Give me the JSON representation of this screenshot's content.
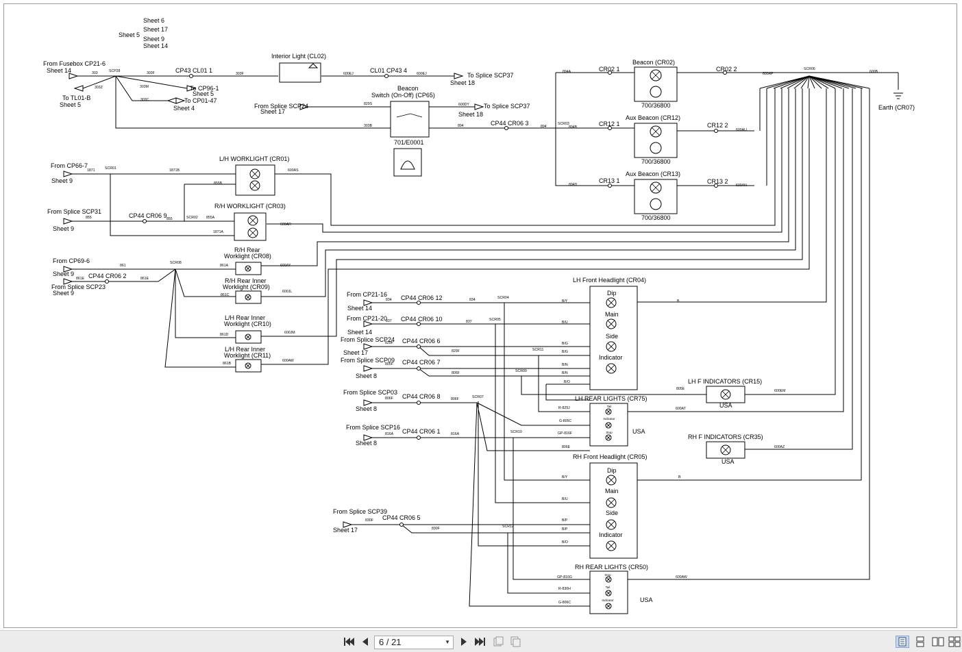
{
  "viewer": {
    "page_indicator": "6 / 21",
    "nav": [
      "first-page",
      "previous-page",
      "next-page",
      "last-page"
    ]
  },
  "diagram": {
    "sheet_refs": {
      "sheet5_main": "Sheet 5",
      "right_list": [
        "Sheet 6",
        "Sheet 17",
        "Sheet 9",
        "Sheet 14"
      ]
    },
    "labels": [
      {
        "id": "from_fusebox",
        "text": "From Fusebox CP21-6"
      },
      {
        "id": "sheet14_a",
        "text": "Sheet 14"
      },
      {
        "id": "to_tl01",
        "text": "To TL01-B"
      },
      {
        "id": "sheet5_b",
        "text": "Sheet 5"
      },
      {
        "id": "to_cp96",
        "text": "To CP96-1"
      },
      {
        "id": "sheet5_c",
        "text": "Sheet 5"
      },
      {
        "id": "to_cp01",
        "text": "To CP01-47"
      },
      {
        "id": "sheet4",
        "text": "Sheet 4"
      },
      {
        "id": "interior_light",
        "text": "Interior Light (CL02)"
      },
      {
        "id": "cp43_cl01",
        "text": "CP43 CL01 1"
      },
      {
        "id": "cl01_cp43",
        "text": "CL01 CP43 4"
      },
      {
        "id": "to_scp37_a",
        "text": "To Splice SCP37"
      },
      {
        "id": "sheet18_a",
        "text": "Sheet 18"
      },
      {
        "id": "beacon_switch_1",
        "text": "Beacon"
      },
      {
        "id": "beacon_switch_2",
        "text": "Switch (On-Off) (CP65)"
      },
      {
        "id": "from_scp24_a",
        "text": "From Splice SCP24"
      },
      {
        "id": "sheet17_a",
        "text": "Sheet 17"
      },
      {
        "id": "to_scp37_b",
        "text": "To Splice SCP37"
      },
      {
        "id": "sheet18_b",
        "text": "Sheet 18"
      },
      {
        "id": "part_701",
        "text": "701/E0001"
      },
      {
        "id": "cp44_cr06_3",
        "text": "CP44 CR06 3"
      },
      {
        "id": "beacon_cr02",
        "text": "Beacon (CR02)"
      },
      {
        "id": "cr02_1",
        "text": "CR02 1"
      },
      {
        "id": "cr02_2",
        "text": "CR02 2"
      },
      {
        "id": "part_700_a",
        "text": "700/36800"
      },
      {
        "id": "aux_beacon_cr12",
        "text": "Aux Beacon (CR12)"
      },
      {
        "id": "cr12_1",
        "text": "CR12 1"
      },
      {
        "id": "cr12_2",
        "text": "CR12 2"
      },
      {
        "id": "part_700_b",
        "text": "700/36800"
      },
      {
        "id": "aux_beacon_cr13",
        "text": "Aux Beacon (CR13)"
      },
      {
        "id": "cr13_1",
        "text": "CR13 1"
      },
      {
        "id": "cr13_2",
        "text": "CR13 2"
      },
      {
        "id": "part_700_c",
        "text": "700/36800"
      },
      {
        "id": "earth",
        "text": "Earth (CR07)"
      },
      {
        "id": "from_cp66",
        "text": "From CP66-7"
      },
      {
        "id": "sheet9_a",
        "text": "Sheet 9"
      },
      {
        "id": "lh_worklight",
        "text": "L/H WORKLIGHT (CR01)"
      },
      {
        "id": "from_scp31",
        "text": "From Splice SCP31"
      },
      {
        "id": "sheet9_b",
        "text": "Sheet 9"
      },
      {
        "id": "cp44_cr06_9",
        "text": "CP44 CR06 9"
      },
      {
        "id": "rh_worklight",
        "text": "R/H WORKLIGHT (CR03)"
      },
      {
        "id": "rh_rear_1",
        "text": "R/H Rear"
      },
      {
        "id": "rh_rear_2",
        "text": "Worklight (CR08)"
      },
      {
        "id": "from_cp69",
        "text": "From CP69-6"
      },
      {
        "id": "sheet9_c",
        "text": "Sheet 9"
      },
      {
        "id": "cp44_cr06_2",
        "text": "CP44 CR06 2"
      },
      {
        "id": "from_scp23",
        "text": "From Splice SCP23"
      },
      {
        "id": "sheet9_d",
        "text": "Sheet 9"
      },
      {
        "id": "rh_rear_inner_1",
        "text": "R/H Rear Inner"
      },
      {
        "id": "rh_rear_inner_2",
        "text": "Worklight (CR09)"
      },
      {
        "id": "lh_rear_inner_a1",
        "text": "L/H Rear Inner"
      },
      {
        "id": "lh_rear_inner_a2",
        "text": "Worklight (CR10)"
      },
      {
        "id": "lh_rear_inner_b1",
        "text": "L/H Rear Inner"
      },
      {
        "id": "lh_rear_inner_b2",
        "text": "Worklight (CR11)"
      },
      {
        "id": "lh_front_headlight",
        "text": "LH Front Headlight (CR04)"
      },
      {
        "id": "from_cp21_16",
        "text": "From CP21-16"
      },
      {
        "id": "sheet14_b",
        "text": "Sheet 14"
      },
      {
        "id": "cp44_cr06_12",
        "text": "CP44 CR06 12"
      },
      {
        "id": "from_cp21_20",
        "text": "From CP21-20"
      },
      {
        "id": "sheet14_c",
        "text": "Sheet 14"
      },
      {
        "id": "cp44_cr06_10",
        "text": "CP44 CR06 10"
      },
      {
        "id": "from_scp24_b",
        "text": "From Splice SCP24"
      },
      {
        "id": "sheet17_b",
        "text": "Sheet 17"
      },
      {
        "id": "cp44_cr06_6",
        "text": "CP44 CR06 6"
      },
      {
        "id": "from_scp09",
        "text": "From Splice SCP09"
      },
      {
        "id": "sheet8_a",
        "text": "Sheet 8"
      },
      {
        "id": "cp44_cr06_7",
        "text": "CP44 CR06 7"
      },
      {
        "id": "dip_a",
        "text": "Dip"
      },
      {
        "id": "main_a",
        "text": "Main"
      },
      {
        "id": "side_a",
        "text": "Side"
      },
      {
        "id": "indicator_a",
        "text": "Indicator"
      },
      {
        "id": "lh_f_indicators",
        "text": "LH F INDICATORS (CR15)"
      },
      {
        "id": "usa_a",
        "text": "USA"
      },
      {
        "id": "from_scp03",
        "text": "From Splice SCP03"
      },
      {
        "id": "sheet8_b",
        "text": "Sheet 8"
      },
      {
        "id": "cp44_cr06_8",
        "text": "CP44 CR06 8"
      },
      {
        "id": "lh_rear_lights",
        "text": "LH REAR LIGHTS (CR75)"
      },
      {
        "id": "usa_b",
        "text": "USA"
      },
      {
        "id": "from_scp16",
        "text": "From Splice SCP16"
      },
      {
        "id": "sheet8_c",
        "text": "Sheet 8"
      },
      {
        "id": "cp44_cr06_1",
        "text": "CP44 CR06 1"
      },
      {
        "id": "rh_f_indicators",
        "text": "RH F INDICATORS (CR35)"
      },
      {
        "id": "usa_c",
        "text": "USA"
      },
      {
        "id": "rh_front_headlight",
        "text": "RH Front Headlight (CR05)"
      },
      {
        "id": "dip_b",
        "text": "Dip"
      },
      {
        "id": "main_b",
        "text": "Main"
      },
      {
        "id": "side_b",
        "text": "Side"
      },
      {
        "id": "indicator_b",
        "text": "Indicator"
      },
      {
        "id": "from_scp39",
        "text": "From Splice SCP39"
      },
      {
        "id": "sheet17_c",
        "text": "Sheet 17"
      },
      {
        "id": "cp44_cr06_5",
        "text": "CP44 CR06 5"
      },
      {
        "id": "rh_rear_lights",
        "text": "RH REAR LIGHTS (CR50)"
      },
      {
        "id": "usa_d",
        "text": "USA"
      }
    ],
    "wire_labels": [
      {
        "id": "w303",
        "text": "303"
      },
      {
        "id": "w303z",
        "text": "303Z"
      },
      {
        "id": "wscp28",
        "text": "SCP28"
      },
      {
        "id": "w303f",
        "text": "303F"
      },
      {
        "id": "w303m",
        "text": "303M"
      },
      {
        "id": "w303c",
        "text": "303C"
      },
      {
        "id": "w303f2",
        "text": "303F"
      },
      {
        "id": "w600ej",
        "text": "600EJ"
      },
      {
        "id": "w600ej2",
        "text": "600EJ"
      },
      {
        "id": "w829s",
        "text": "829S"
      },
      {
        "id": "w600dy",
        "text": "600DY"
      },
      {
        "id": "w303b",
        "text": "303B"
      },
      {
        "id": "w894",
        "text": "894"
      },
      {
        "id": "w894b",
        "text": "894"
      },
      {
        "id": "w894a",
        "text": "894A"
      },
      {
        "id": "wscr03",
        "text": "SCR03"
      },
      {
        "id": "w894bb",
        "text": "894B"
      },
      {
        "id": "w894d",
        "text": "894D"
      },
      {
        "id": "w600ap",
        "text": "600AP"
      },
      {
        "id": "wscr06",
        "text": "SCR06"
      },
      {
        "id": "w600b",
        "text": "600B"
      },
      {
        "id": "w600au",
        "text": "600AU"
      },
      {
        "id": "w600an",
        "text": "600AN"
      },
      {
        "id": "w1871",
        "text": "1871"
      },
      {
        "id": "wscr01",
        "text": "SCR01"
      },
      {
        "id": "w1871b",
        "text": "1871B"
      },
      {
        "id": "w600as",
        "text": "600AS"
      },
      {
        "id": "w855b",
        "text": "855B"
      },
      {
        "id": "w855",
        "text": "855"
      },
      {
        "id": "w855_2",
        "text": "855"
      },
      {
        "id": "wscr02",
        "text": "SCR02"
      },
      {
        "id": "w855a",
        "text": "855A"
      },
      {
        "id": "w600ar",
        "text": "600AR"
      },
      {
        "id": "w1871a",
        "text": "1871A"
      },
      {
        "id": "w861",
        "text": "861"
      },
      {
        "id": "wscr08",
        "text": "SCR08"
      },
      {
        "id": "w861a",
        "text": "861A"
      },
      {
        "id": "w600ay",
        "text": "600AY"
      },
      {
        "id": "w861e",
        "text": "861E"
      },
      {
        "id": "w861e2",
        "text": "861E"
      },
      {
        "id": "w861c",
        "text": "861C"
      },
      {
        "id": "w600jl",
        "text": "600JL"
      },
      {
        "id": "w861d",
        "text": "861D"
      },
      {
        "id": "w600jm",
        "text": "600JM"
      },
      {
        "id": "w861b",
        "text": "861B"
      },
      {
        "id": "w600aw",
        "text": "600AW"
      },
      {
        "id": "w834",
        "text": "834"
      },
      {
        "id": "w834b",
        "text": "834"
      },
      {
        "id": "wscr04",
        "text": "SCR04"
      },
      {
        "id": "wby",
        "text": "B/Y"
      },
      {
        "id": "wb",
        "text": "B"
      },
      {
        "id": "w837",
        "text": "837"
      },
      {
        "id": "w837b",
        "text": "837"
      },
      {
        "id": "wscr05",
        "text": "SCR05"
      },
      {
        "id": "wbu",
        "text": "B/U"
      },
      {
        "id": "w829f",
        "text": "829F"
      },
      {
        "id": "w829f2",
        "text": "829F"
      },
      {
        "id": "wscr11",
        "text": "SCR11"
      },
      {
        "id": "wbg",
        "text": "B/G"
      },
      {
        "id": "wbg2",
        "text": "B/G"
      },
      {
        "id": "w805f",
        "text": "805F"
      },
      {
        "id": "w805f2",
        "text": "805F"
      },
      {
        "id": "wscr09",
        "text": "SCR09"
      },
      {
        "id": "wbn",
        "text": "B/N"
      },
      {
        "id": "wbn2",
        "text": "B/N"
      },
      {
        "id": "wbo",
        "text": "B/O"
      },
      {
        "id": "w805e",
        "text": "805E"
      },
      {
        "id": "w600em",
        "text": "600EM"
      },
      {
        "id": "w806f",
        "text": "806F"
      },
      {
        "id": "w806f2",
        "text": "806F"
      },
      {
        "id": "wscr07",
        "text": "SCR07"
      },
      {
        "id": "wr829j",
        "text": "R-829J"
      },
      {
        "id": "wg805c",
        "text": "G-805C"
      },
      {
        "id": "wgp816f",
        "text": "GP-816F"
      },
      {
        "id": "w600at",
        "text": "600AT"
      },
      {
        "id": "w816a",
        "text": "816A"
      },
      {
        "id": "w816a2",
        "text": "816A"
      },
      {
        "id": "wscr10",
        "text": "SCR10"
      },
      {
        "id": "w806e",
        "text": "806E"
      },
      {
        "id": "w600az",
        "text": "600AZ"
      },
      {
        "id": "wby2",
        "text": "B/Y"
      },
      {
        "id": "wb2",
        "text": "B"
      },
      {
        "id": "wbu2",
        "text": "B/U"
      },
      {
        "id": "w830f",
        "text": "830F"
      },
      {
        "id": "w830f2",
        "text": "830F"
      },
      {
        "id": "wscr12",
        "text": "SCR12"
      },
      {
        "id": "wbp",
        "text": "B/P"
      },
      {
        "id": "wbp2",
        "text": "B/P"
      },
      {
        "id": "wbo2",
        "text": "B/O"
      },
      {
        "id": "wgp816g",
        "text": "GP-816G"
      },
      {
        "id": "w600aw2",
        "text": "600AW"
      },
      {
        "id": "wr830h",
        "text": "R-830H"
      },
      {
        "id": "wg806c",
        "text": "G-806C"
      }
    ],
    "part_labels": [
      {
        "id": "p_tail_a",
        "text": "Tail"
      },
      {
        "id": "p_ind_a",
        "text": "Indicator"
      },
      {
        "id": "p_stop_a",
        "text": "Stop"
      },
      {
        "id": "p_stop_b",
        "text": "Stop"
      },
      {
        "id": "p_tail_b",
        "text": "Tail"
      },
      {
        "id": "p_ind_b",
        "text": "Indicator"
      }
    ]
  }
}
